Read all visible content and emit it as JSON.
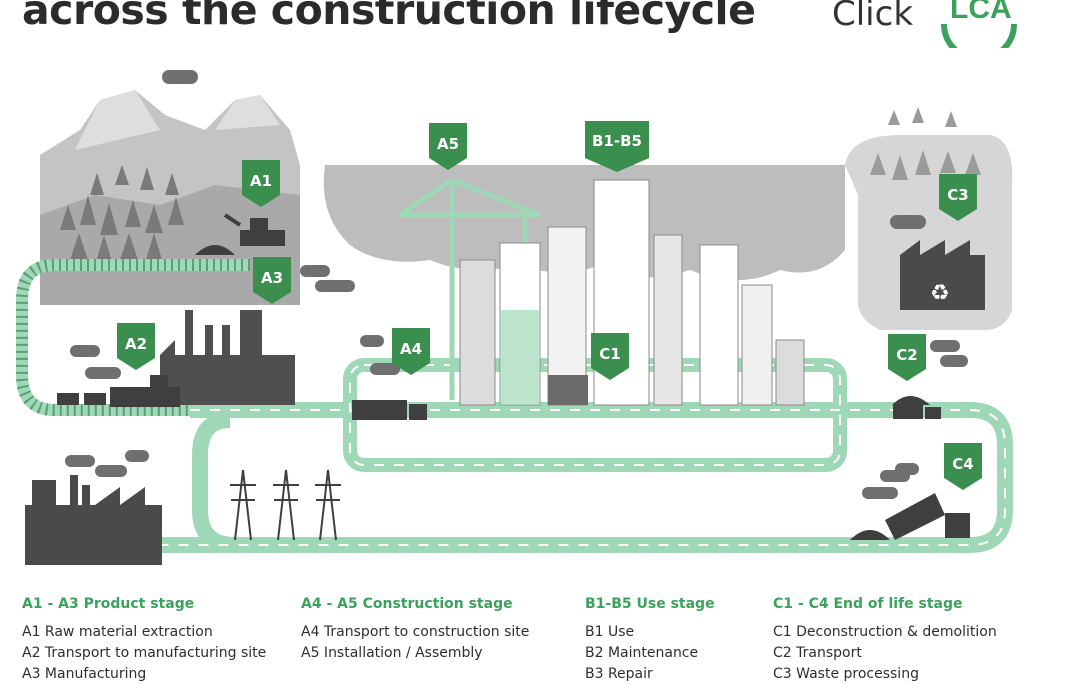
{
  "header": {
    "title": "across the construction lifecycle",
    "logo_text": "Click",
    "logo_mark": "LCA",
    "brand_green": "#3aa25d"
  },
  "colors": {
    "road": "#9fd8b6",
    "dark": "#505050",
    "mid": "#8f8f8f",
    "light": "#c9c9c9",
    "marker": "#3a8f4e"
  },
  "markers": {
    "A1": "A1",
    "A2": "A2",
    "A3": "A3",
    "A4": "A4",
    "A5": "A5",
    "B": "B1-B5",
    "C1": "C1",
    "C2": "C2",
    "C3": "C3",
    "C4": "C4"
  },
  "legend": [
    {
      "heading": "A1 - A3 Product stage",
      "items": [
        "A1 Raw material extraction",
        "A2 Transport to manufacturing site",
        "A3 Manufacturing"
      ]
    },
    {
      "heading": "A4 - A5 Construction stage",
      "items": [
        "A4 Transport to construction site",
        "A5 Installation / Assembly"
      ]
    },
    {
      "heading": "B1-B5 Use stage",
      "items": [
        "B1 Use",
        "B2 Maintenance",
        "B3 Repair"
      ]
    },
    {
      "heading": "C1 - C4 End of life stage",
      "items": [
        "C1 Deconstruction & demolition",
        "C2 Transport",
        "C3 Waste processing"
      ]
    }
  ]
}
